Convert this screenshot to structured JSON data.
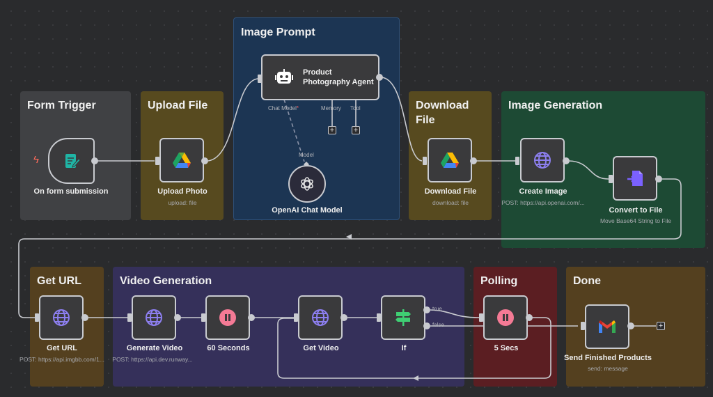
{
  "canvas": {
    "background": "#2a2b2d"
  },
  "groups": [
    {
      "id": "form-trigger",
      "title": "Form Trigger",
      "color": "#404144"
    },
    {
      "id": "upload-file",
      "title": "Upload File",
      "color": "#574a1f"
    },
    {
      "id": "image-prompt",
      "title": "Image Prompt",
      "color": "#1c3553"
    },
    {
      "id": "download-file",
      "title": "Download File",
      "color": "#574a1f"
    },
    {
      "id": "image-generation",
      "title": "Image Generation",
      "color": "#1d4a34"
    },
    {
      "id": "get-url",
      "title": "Get URL",
      "color": "#54401f"
    },
    {
      "id": "video-generation",
      "title": "Video Generation",
      "color": "#35305a"
    },
    {
      "id": "polling",
      "title": "Polling",
      "color": "#5b1e22"
    },
    {
      "id": "done",
      "title": "Done",
      "color": "#54401f"
    }
  ],
  "nodes": {
    "form": {
      "label": "On form submission",
      "icon": "form-icon"
    },
    "upload": {
      "label": "Upload Photo",
      "sub": "upload: file",
      "icon": "google-drive-icon"
    },
    "agent": {
      "label_line1": "Product",
      "label_line2": "Photography Agent",
      "icon": "robot-icon",
      "ports": {
        "chat_model": "Chat Model",
        "required_mark": "*",
        "memory": "Memory",
        "tool": "Tool"
      }
    },
    "openai": {
      "label": "OpenAI Chat Model",
      "port": "Model",
      "icon": "openai-icon"
    },
    "download": {
      "label": "Download File",
      "sub": "download: file",
      "icon": "google-drive-icon"
    },
    "create_image": {
      "label": "Create Image",
      "sub": "POST: https://api.openai.com/...",
      "icon": "globe-icon"
    },
    "convert": {
      "label": "Convert to File",
      "sub": "Move Base64 String to File",
      "icon": "convert-file-icon"
    },
    "get_url": {
      "label": "Get URL",
      "sub": "POST: https://api.imgbb.com/1...",
      "icon": "globe-icon"
    },
    "gen_video": {
      "label": "Generate Video",
      "sub": "POST: https://api.dev.runway...",
      "icon": "globe-icon"
    },
    "wait60": {
      "label": "60 Seconds",
      "icon": "pause-icon"
    },
    "get_video": {
      "label": "Get Video",
      "icon": "globe-icon"
    },
    "if": {
      "label": "If",
      "true_label": "true",
      "false_label": "false",
      "icon": "signpost-icon"
    },
    "wait5": {
      "label": "5 Secs",
      "icon": "pause-icon"
    },
    "gmail": {
      "label": "Send Finished Products",
      "sub": "send: message",
      "icon": "gmail-icon"
    }
  },
  "add_button": "+"
}
